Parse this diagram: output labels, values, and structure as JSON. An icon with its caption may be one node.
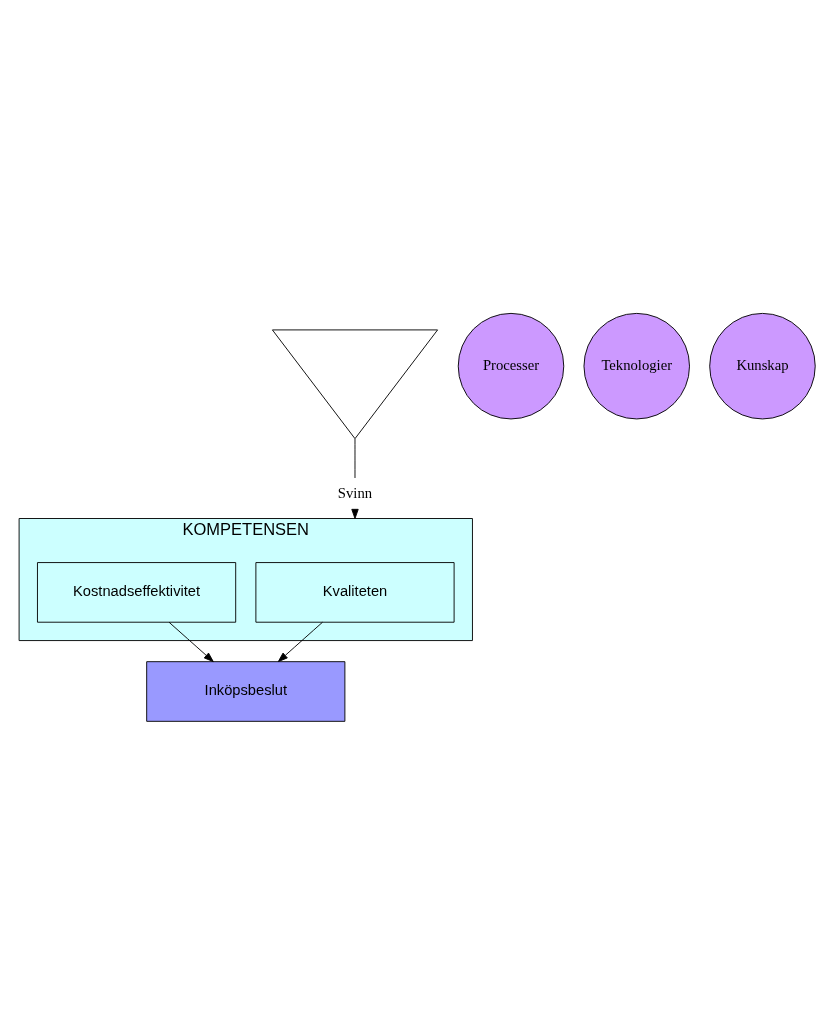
{
  "diagram": {
    "nodes": [
      {
        "text": [],
        "shape": "triangle"
      },
      {
        "text": [
          "Processer"
        ]
      },
      {
        "text": [
          "Teknologier"
        ]
      },
      {
        "text": [
          "Kunskap"
        ]
      },
      {
        "text": [
          "Svinn"
        ]
      },
      {
        "text": [
          "KOMPETENSEN"
        ]
      },
      {
        "text": [
          "Kvaliteten"
        ],
        "in": 5
      },
      {
        "text": [
          "Kostnadseffektivitet"
        ],
        "in": 5
      },
      {
        "text": [
          "Inköpsbeslut"
        ]
      }
    ],
    "edges": [
      {
        "from": 0,
        "to": 4,
        "arrow": "none"
      },
      {
        "from": 4,
        "to": 5,
        "arrow": "to"
      },
      {
        "from": 6,
        "to": 8,
        "arrow": "to"
      },
      {
        "from": 7,
        "to": 8,
        "arrow": "to"
      }
    ]
  }
}
